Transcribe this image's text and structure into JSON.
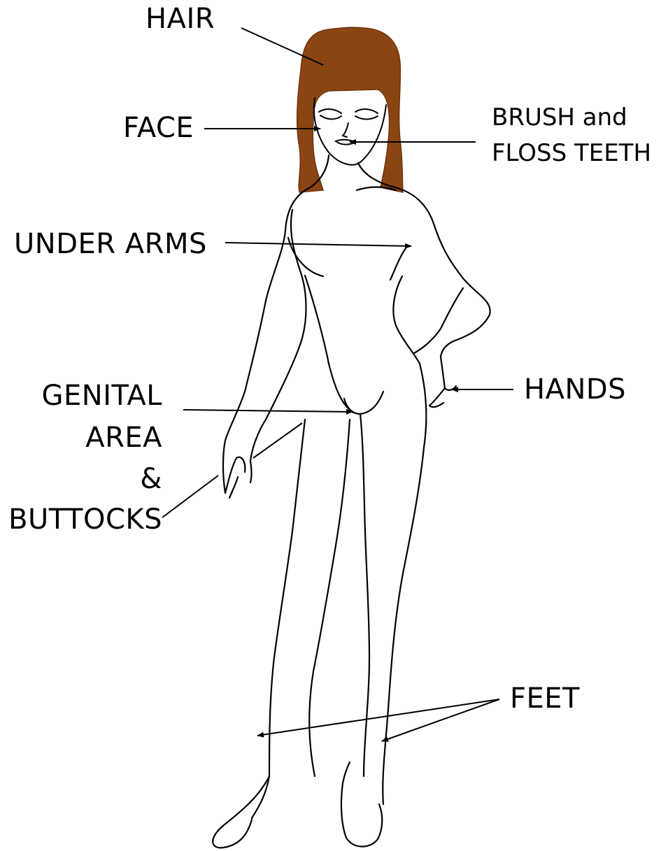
{
  "labels": {
    "hair": "HAIR",
    "face": "FACE",
    "teeth_line1": "BRUSH and",
    "teeth_line2": "FLOSS TEETH",
    "under_arms": "UNDER ARMS",
    "hands": "HANDS",
    "genital_line1": "GENITAL",
    "genital_line2": "AREA",
    "genital_line3": "&",
    "genital_line4": "BUTTOCKS",
    "feet": "FEET"
  },
  "colors": {
    "hair": "#8b4513",
    "hair_dark": "#6e340c",
    "outline": "#000000",
    "background": "#ffffff"
  }
}
